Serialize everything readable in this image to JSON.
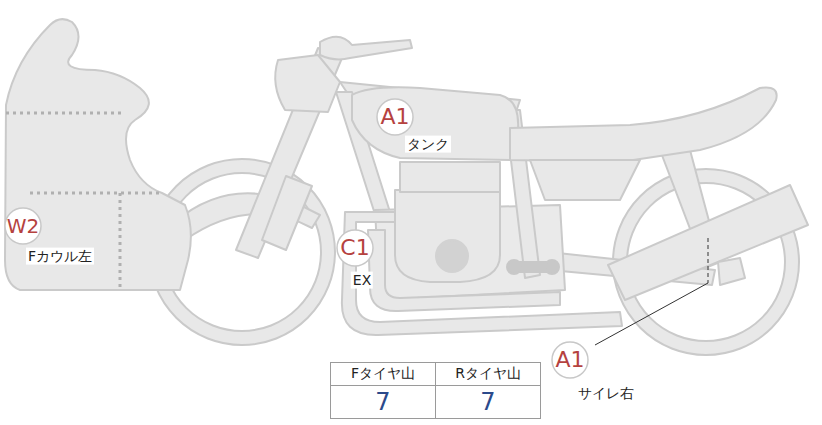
{
  "diagram": {
    "nodes": [
      {
        "text": [
          "A1",
          "タンク"
        ]
      },
      {
        "text": [
          "W2",
          "Fカウル左"
        ]
      },
      {
        "text": [
          "C1",
          "EX"
        ]
      },
      {
        "text": [
          "A1",
          "サイレ右"
        ]
      }
    ],
    "labels": [
      "Fタイヤ山",
      "Rタイヤ山",
      "7",
      "7"
    ]
  }
}
